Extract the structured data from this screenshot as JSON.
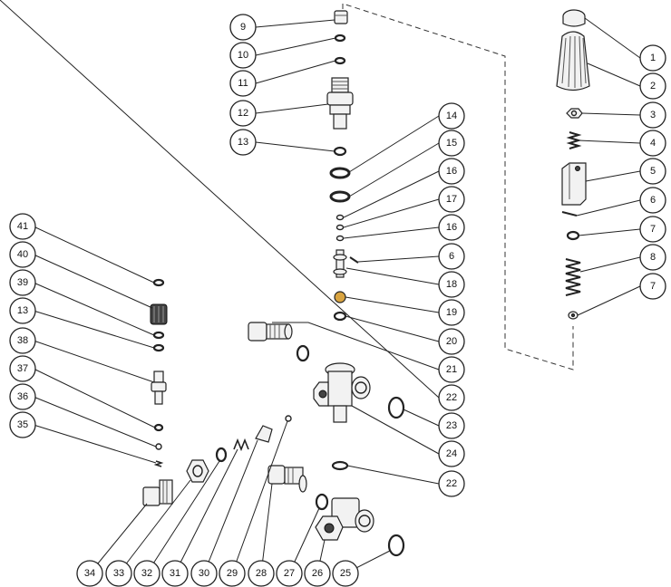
{
  "callouts": [
    {
      "id": "c9",
      "label": "9"
    },
    {
      "id": "c10",
      "label": "10"
    },
    {
      "id": "c11",
      "label": "11"
    },
    {
      "id": "c12",
      "label": "12"
    },
    {
      "id": "c13a",
      "label": "13"
    },
    {
      "id": "c14",
      "label": "14"
    },
    {
      "id": "c15",
      "label": "15"
    },
    {
      "id": "c16a",
      "label": "16"
    },
    {
      "id": "c17",
      "label": "17"
    },
    {
      "id": "c16b",
      "label": "16"
    },
    {
      "id": "c6a",
      "label": "6"
    },
    {
      "id": "c18",
      "label": "18"
    },
    {
      "id": "c19",
      "label": "19"
    },
    {
      "id": "c20",
      "label": "20"
    },
    {
      "id": "c21",
      "label": "21"
    },
    {
      "id": "c22a",
      "label": "22"
    },
    {
      "id": "c23",
      "label": "23"
    },
    {
      "id": "c24",
      "label": "24"
    },
    {
      "id": "c22b",
      "label": "22"
    },
    {
      "id": "c1",
      "label": "1"
    },
    {
      "id": "c2",
      "label": "2"
    },
    {
      "id": "c3",
      "label": "3"
    },
    {
      "id": "c4",
      "label": "4"
    },
    {
      "id": "c5",
      "label": "5"
    },
    {
      "id": "c6b",
      "label": "6"
    },
    {
      "id": "c7a",
      "label": "7"
    },
    {
      "id": "c8",
      "label": "8"
    },
    {
      "id": "c7b",
      "label": "7"
    },
    {
      "id": "c41",
      "label": "41"
    },
    {
      "id": "c40",
      "label": "40"
    },
    {
      "id": "c39",
      "label": "39"
    },
    {
      "id": "c13b",
      "label": "13"
    },
    {
      "id": "c38",
      "label": "38"
    },
    {
      "id": "c37",
      "label": "37"
    },
    {
      "id": "c36",
      "label": "36"
    },
    {
      "id": "c35",
      "label": "35"
    },
    {
      "id": "c34",
      "label": "34"
    },
    {
      "id": "c33",
      "label": "33"
    },
    {
      "id": "c32",
      "label": "32"
    },
    {
      "id": "c31",
      "label": "31"
    },
    {
      "id": "c30",
      "label": "30"
    },
    {
      "id": "c29",
      "label": "29"
    },
    {
      "id": "c28",
      "label": "28"
    },
    {
      "id": "c27",
      "label": "27"
    },
    {
      "id": "c26",
      "label": "26"
    },
    {
      "id": "c25",
      "label": "25"
    }
  ]
}
